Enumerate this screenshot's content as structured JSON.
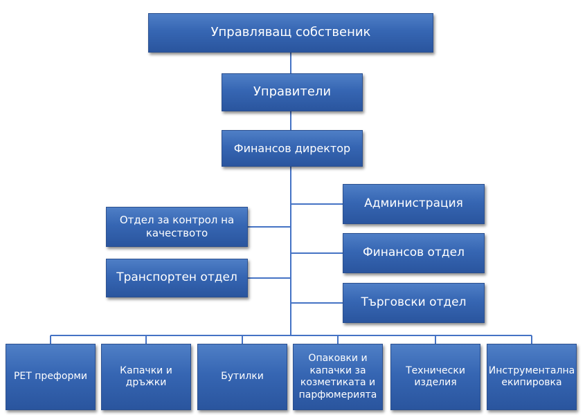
{
  "org": {
    "owner": "Управляващ собственик",
    "managers": "Управители",
    "finance_director": "Финансов директор",
    "administration": "Администрация",
    "finance_department": "Финансов отдел",
    "trade_department": "Търговски отдел",
    "quality_control": [
      "Отдел за контрол на",
      "качеството"
    ],
    "transport": "Транспортен отдел",
    "divisions": {
      "pet": "PET преформи",
      "caps": [
        "Капачки и",
        "дръжки"
      ],
      "bottles": "Бутилки",
      "packaging": [
        "Опаковки и",
        "капачки за",
        "козметиката и",
        "парфюмерията"
      ],
      "technical": [
        "Технически",
        "изделия"
      ],
      "tooling": [
        "Инструментална",
        "екипировка"
      ]
    }
  },
  "colors": {
    "box": "#3666b3",
    "connector": "#4472c4"
  }
}
